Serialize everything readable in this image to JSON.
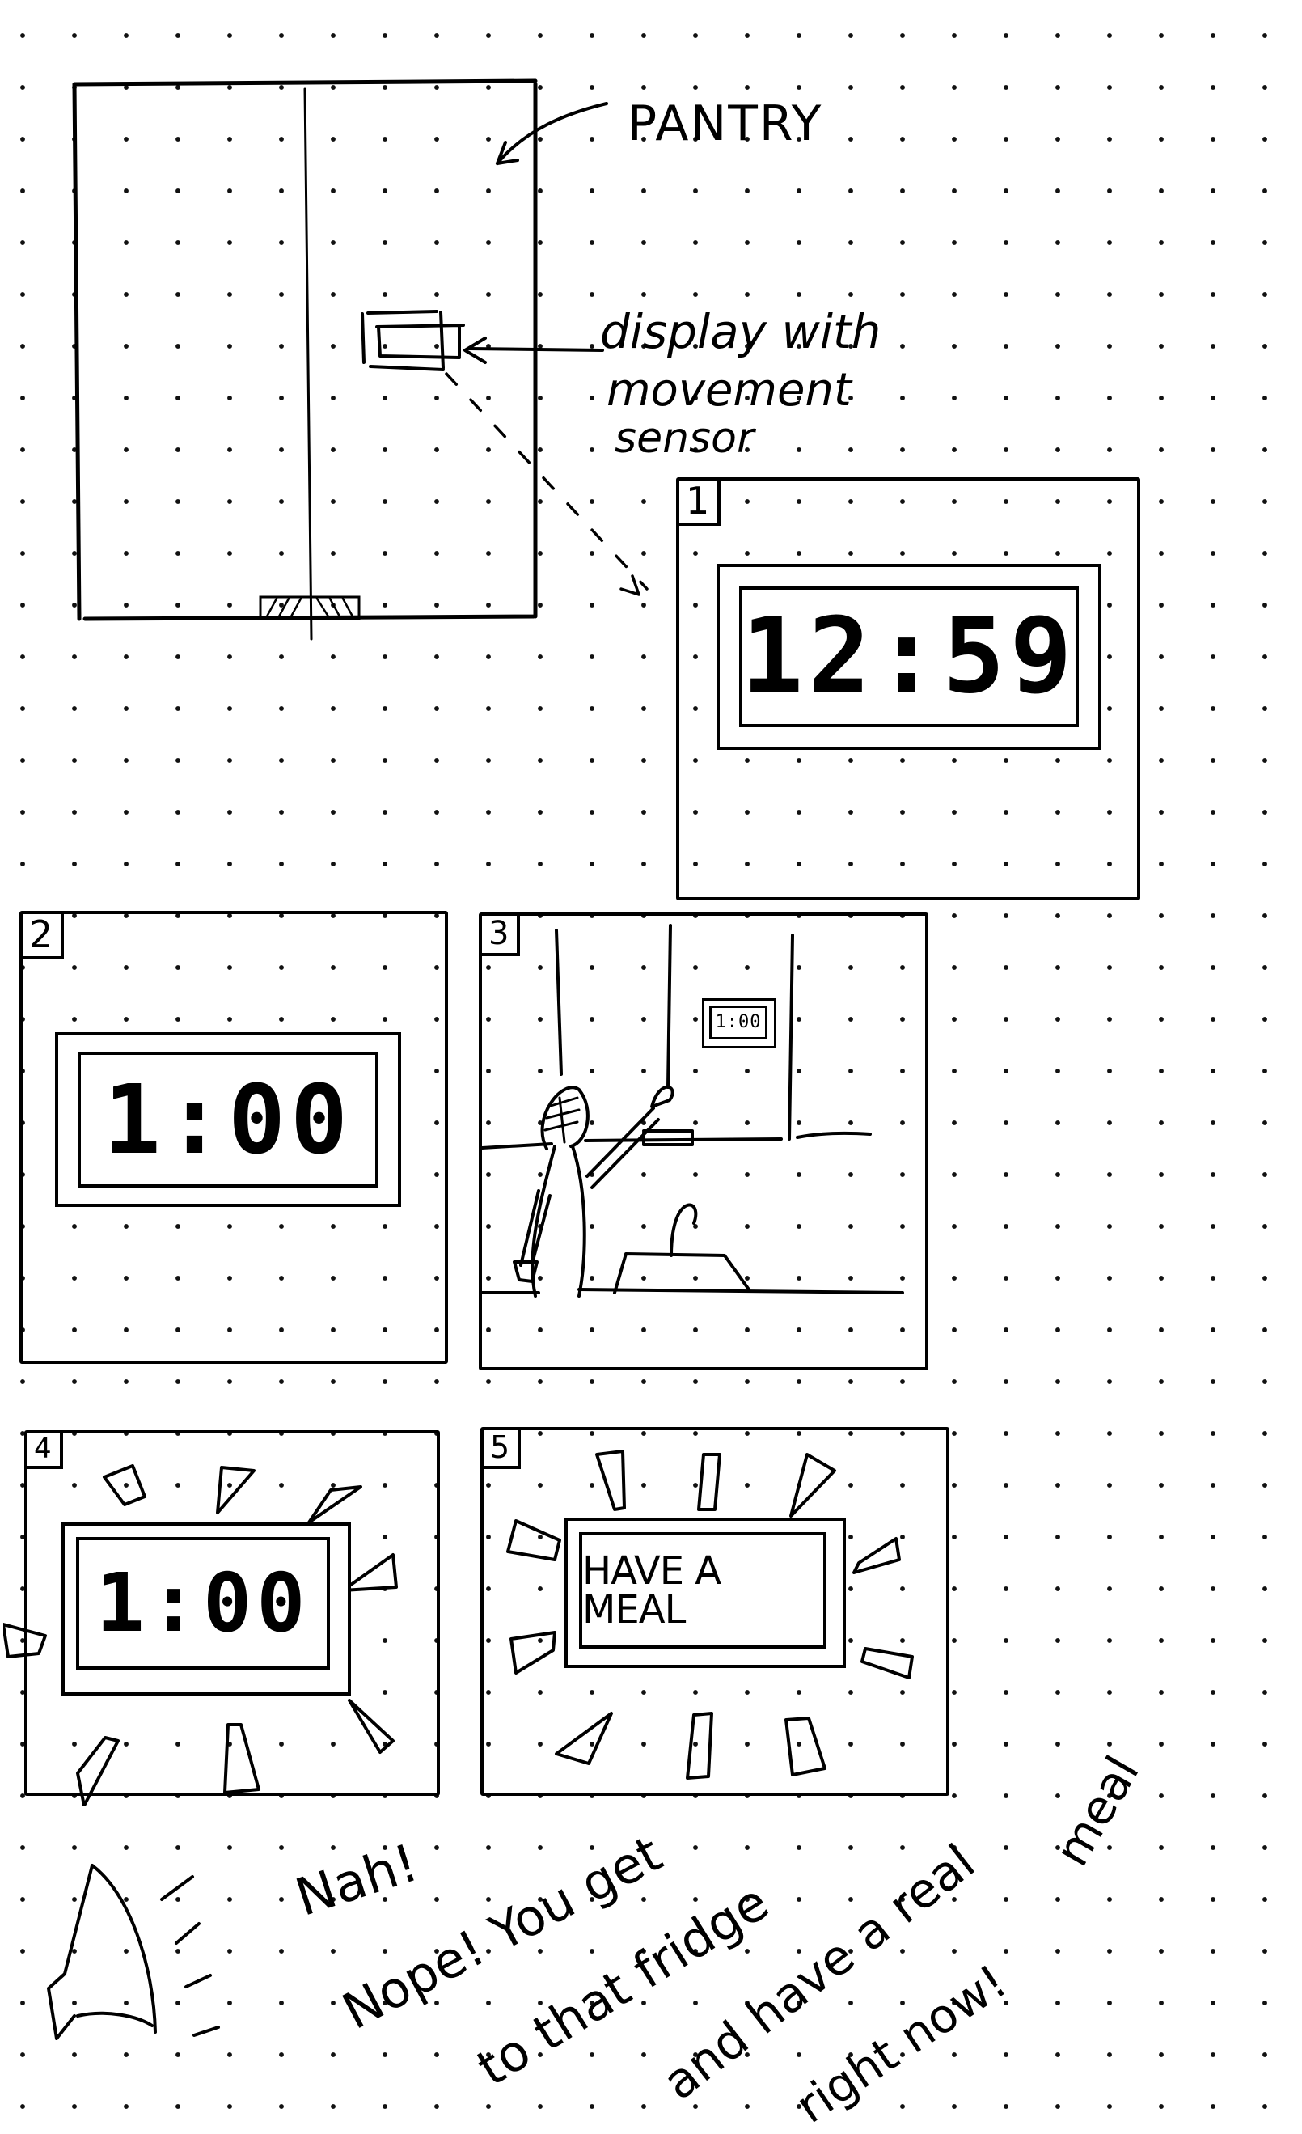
{
  "overview": {
    "pantry_label": "PANTRY",
    "display_callout_label": "display with movement sensor",
    "display_callout_lines": [
      "display with",
      "movement",
      "sensor"
    ]
  },
  "panels": [
    {
      "number": "1",
      "display_text": "12:59",
      "description": "Display shows time 12:59"
    },
    {
      "number": "2",
      "display_text": "1:00",
      "description": "Display shows time 1:00"
    },
    {
      "number": "3",
      "display_text": "1:00",
      "description": "Person reaching into pantry under display showing 1:00, sink below"
    },
    {
      "number": "4",
      "display_text": "1:00",
      "description": "Display shows 1:00 with alert flash marks"
    },
    {
      "number": "5",
      "display_text": "HAVE A MEAL",
      "description": "Display shows message with alert flash marks"
    }
  ],
  "speech": {
    "icon": "speaker-icon",
    "lines": [
      "Nah!",
      "Nope! You get",
      "to that fridge",
      "and have a real",
      "meal",
      "right now!"
    ],
    "full_text": "Nah! Nope! You get to that fridge and have a real meal right now!"
  }
}
